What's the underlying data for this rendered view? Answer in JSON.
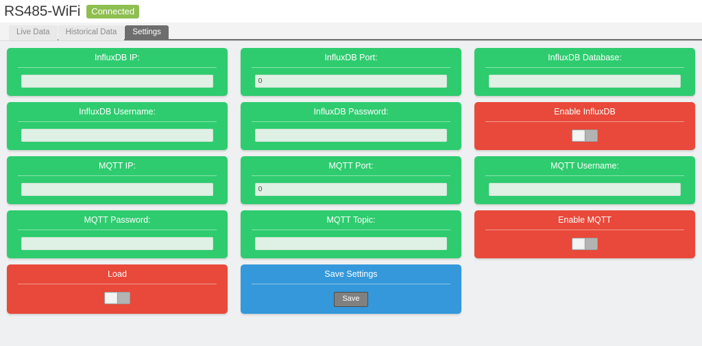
{
  "header": {
    "app_title": "RS485-WiFi",
    "status": "Connected",
    "status_color": "#8fbf50"
  },
  "tabs": [
    {
      "label": "Live Data",
      "active": false
    },
    {
      "label": "Historical Data",
      "active": false
    },
    {
      "label": "Settings",
      "active": true
    }
  ],
  "colors": {
    "green": "#2ecc6f",
    "red": "#e8493a",
    "blue": "#3498db",
    "page_background": "#eff0f1"
  },
  "cards": [
    {
      "id": "influxdb-ip",
      "title": "InfluxDB IP:",
      "style": "green",
      "control": "input",
      "value": ""
    },
    {
      "id": "influxdb-port",
      "title": "InfluxDB Port:",
      "style": "green",
      "control": "input",
      "value": "0"
    },
    {
      "id": "influxdb-database",
      "title": "InfluxDB Database:",
      "style": "green",
      "control": "input",
      "value": ""
    },
    {
      "id": "influxdb-username",
      "title": "InfluxDB Username:",
      "style": "green",
      "control": "input",
      "value": ""
    },
    {
      "id": "influxdb-password",
      "title": "InfluxDB Password:",
      "style": "green",
      "control": "input",
      "value": ""
    },
    {
      "id": "enable-influxdb",
      "title": "Enable InfluxDB",
      "style": "red",
      "control": "toggle",
      "toggle_state": "off"
    },
    {
      "id": "mqtt-ip",
      "title": "MQTT IP:",
      "style": "green",
      "control": "input",
      "value": ""
    },
    {
      "id": "mqtt-port",
      "title": "MQTT Port:",
      "style": "green",
      "control": "input",
      "value": "0"
    },
    {
      "id": "mqtt-username",
      "title": "MQTT Username:",
      "style": "green",
      "control": "input",
      "value": ""
    },
    {
      "id": "mqtt-password",
      "title": "MQTT Password:",
      "style": "green",
      "control": "input",
      "value": ""
    },
    {
      "id": "mqtt-topic",
      "title": "MQTT Topic:",
      "style": "green",
      "control": "input",
      "value": ""
    },
    {
      "id": "enable-mqtt",
      "title": "Enable MQTT",
      "style": "red",
      "control": "toggle",
      "toggle_state": "off"
    },
    {
      "id": "load",
      "title": "Load",
      "style": "red",
      "control": "toggle",
      "toggle_state": "off"
    },
    {
      "id": "save-settings",
      "title": "Save Settings",
      "style": "blue",
      "control": "button",
      "button_label": "Save"
    },
    {
      "id": "spacer",
      "title": "",
      "style": "empty",
      "control": "none"
    }
  ]
}
